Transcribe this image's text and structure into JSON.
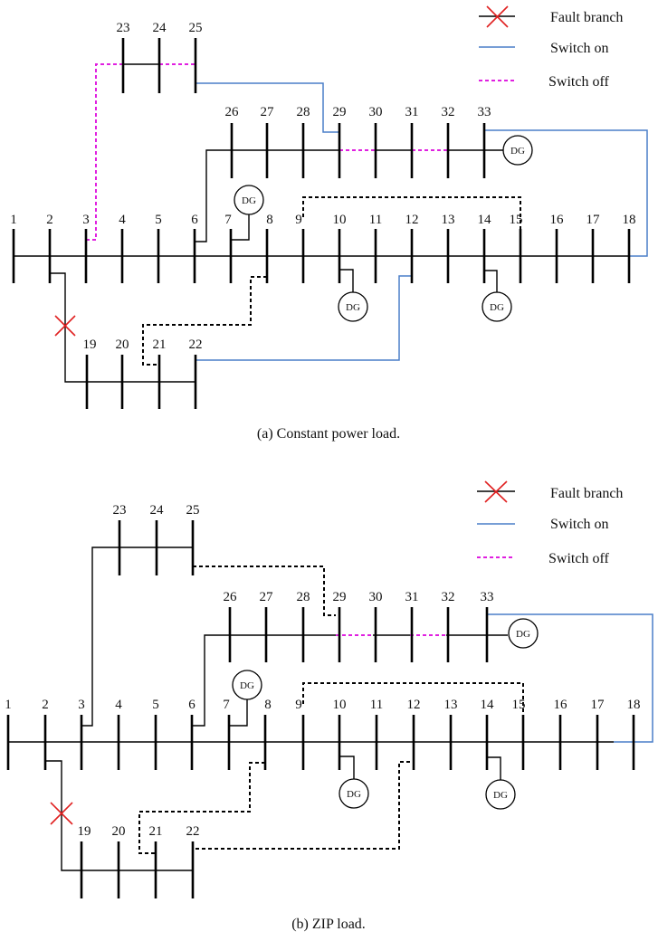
{
  "legend": {
    "fault_branch": "Fault branch",
    "switch_on": "Switch on",
    "switch_off": "Switch off"
  },
  "colors": {
    "fault": "#e02020",
    "switch_on": "#4a7fc8",
    "switch_off": "#e020e0",
    "open_tie": "#000000"
  },
  "dg_label": "DG",
  "panels": [
    {
      "caption": "(a) Constant power load.",
      "bus_labels": [
        "1",
        "2",
        "3",
        "4",
        "5",
        "6",
        "7",
        "8",
        "9",
        "10",
        "11",
        "12",
        "13",
        "14",
        "15",
        "16",
        "17",
        "18",
        "19",
        "20",
        "21",
        "22",
        "23",
        "24",
        "25",
        "26",
        "27",
        "28",
        "29",
        "30",
        "31",
        "32",
        "33"
      ],
      "dg_buses": [
        "7",
        "10",
        "14",
        "33"
      ],
      "fault_branch": "2-19",
      "switches_on": [
        "25-29",
        "12-22",
        "18-33"
      ],
      "switches_off": [
        "3-23",
        "24-25",
        "29-30",
        "31-32"
      ],
      "open_ties": [
        "9-15",
        "8-21"
      ]
    },
    {
      "caption": "(b) ZIP load.",
      "bus_labels": [
        "1",
        "2",
        "3",
        "4",
        "5",
        "6",
        "7",
        "8",
        "9",
        "10",
        "11",
        "12",
        "13",
        "14",
        "15",
        "16",
        "17",
        "18",
        "19",
        "20",
        "21",
        "22",
        "23",
        "24",
        "25",
        "26",
        "27",
        "28",
        "29",
        "30",
        "31",
        "32",
        "33"
      ],
      "dg_buses": [
        "7",
        "10",
        "14",
        "33"
      ],
      "fault_branch": "2-19",
      "switches_on": [
        "18-33"
      ],
      "switches_off": [
        "29-30",
        "31-32"
      ],
      "open_ties": [
        "25-29",
        "9-15",
        "8-21",
        "12-22"
      ]
    }
  ]
}
